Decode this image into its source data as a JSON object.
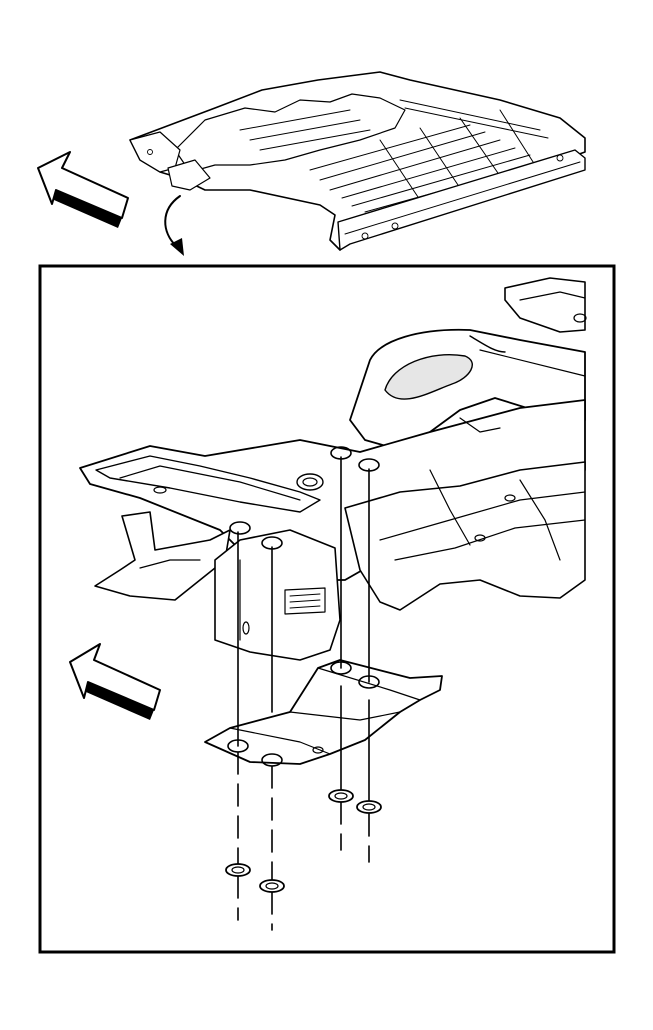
{
  "figure": {
    "type": "service-illustration",
    "overview_view": "vehicle-underbody-frame",
    "detail_view": "transfer-case-shield-and-fasteners",
    "colors": {
      "ink": "#000000",
      "paper": "#ffffff",
      "fill": "#e6e6e6"
    },
    "icons": [
      "front-direction-arrow-icon",
      "zoom-callout-arrow-icon"
    ],
    "fastener_count": 4
  }
}
